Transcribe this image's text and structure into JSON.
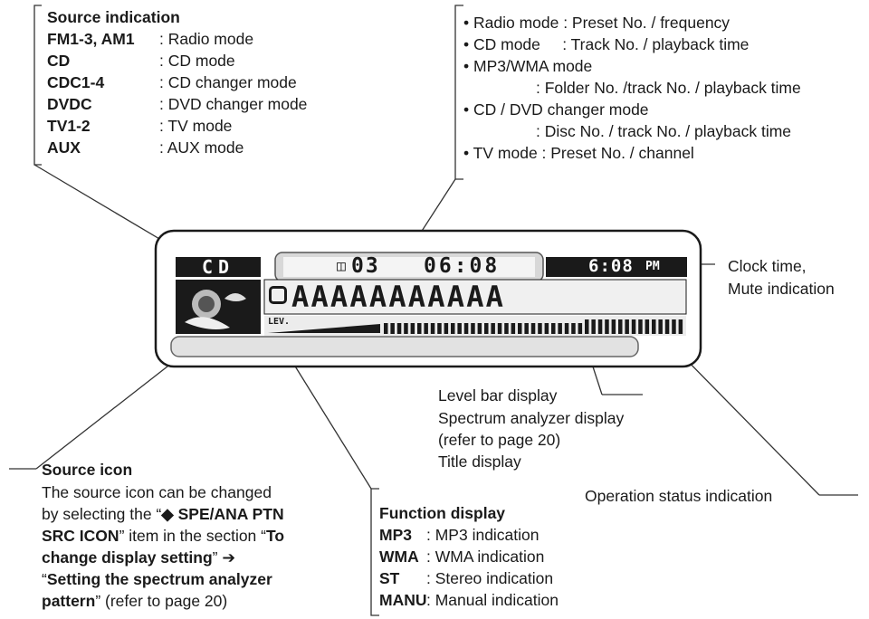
{
  "source_indication": {
    "title": "Source indication",
    "items": [
      {
        "key": "FM1-3, AM1",
        "value": ": Radio mode"
      },
      {
        "key": "CD",
        "value": ": CD mode"
      },
      {
        "key": "CDC1-4",
        "value": ": CD changer mode"
      },
      {
        "key": "DVDC",
        "value": ": DVD changer mode"
      },
      {
        "key": "TV1-2",
        "value": ": TV mode"
      },
      {
        "key": "AUX",
        "value": ": AUX mode"
      }
    ]
  },
  "playback_info": {
    "lines": [
      "• Radio mode : Preset No. / frequency",
      "• CD mode     : Track No. / playback time",
      "• MP3/WMA mode",
      ": Folder No. /track No. / playback time",
      "• CD / DVD changer mode",
      ": Disc No. / track No. / playback time",
      "• TV mode : Preset No. / channel"
    ]
  },
  "display": {
    "source": "CD",
    "track": "03",
    "time": "06:08",
    "clock": "6:08",
    "ampm": "PM",
    "title_chars": "AAAAAAAAAAA",
    "level_label": "LEV."
  },
  "clock_label": {
    "line1": "Clock time,",
    "line2": "Mute indication"
  },
  "level_labels": {
    "line1": "Level bar display",
    "line2": "Spectrum analyzer display",
    "line3": "(refer to page 20)",
    "line4": "Title display"
  },
  "operation_status": "Operation status indication",
  "source_icon": {
    "title": "Source icon",
    "line1": "The source icon can be changed",
    "line2_a": "by selecting the “",
    "line2_b": "◆ SPE/ANA PTN",
    "line3_a": "SRC ICON",
    "line3_b": "” item in the section “",
    "line3_c": "To",
    "line4_a": "change display setting",
    "line4_b": "” ➔",
    "line5_a": "“",
    "line5_b": "Setting the spectrum analyzer",
    "line6_a": "pattern",
    "line6_b": "” (refer to page 20)"
  },
  "function_display": {
    "title": "Function display",
    "items": [
      {
        "key": "MP3",
        "value": ": MP3 indication"
      },
      {
        "key": "WMA",
        "value": ": WMA indication"
      },
      {
        "key": "ST",
        "value": ": Stereo indication"
      },
      {
        "key": "MANU",
        "value": ": Manual indication"
      }
    ]
  }
}
